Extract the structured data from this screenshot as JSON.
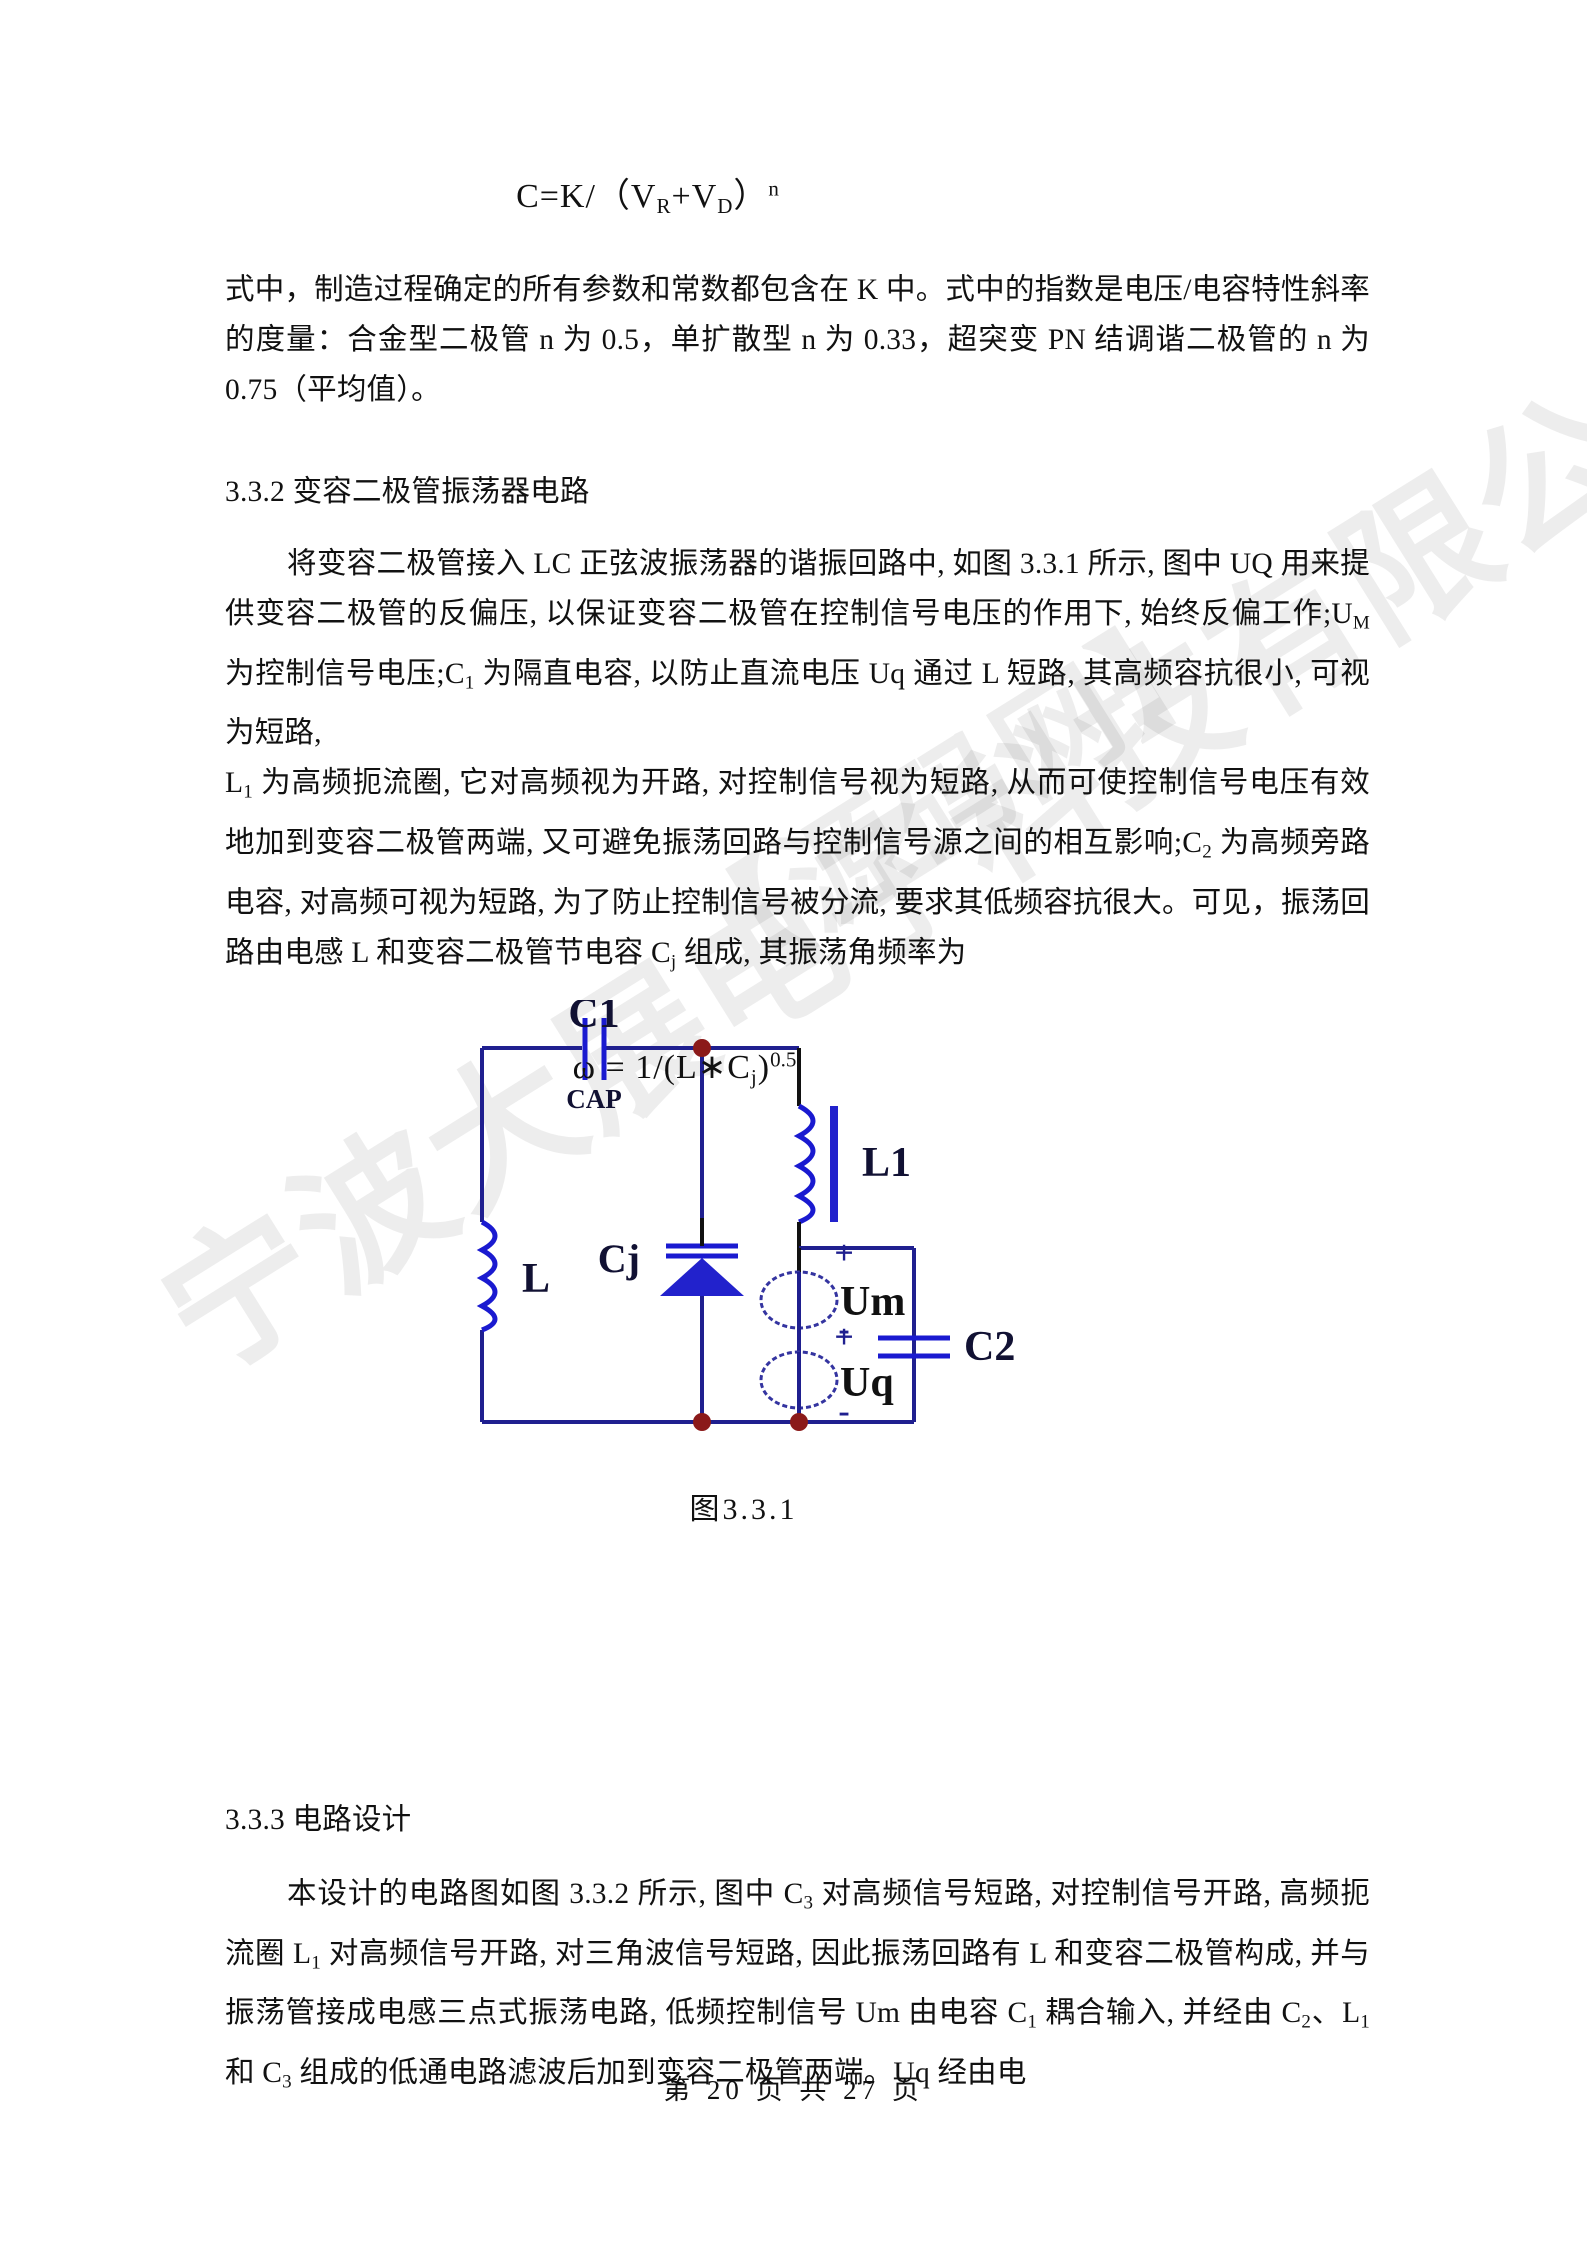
{
  "document": {
    "equation_1": {
      "lhs": "C=K/",
      "open_paren": "（",
      "v_r": "V",
      "v_r_sub": "R",
      "plus": "+",
      "v_d": "V",
      "v_d_sub": "D",
      "close_paren": "）",
      "exponent": "n"
    },
    "paragraph_1": "式中，制造过程确定的所有参数和常数都包含在 K 中。式中的指数是电压/电容特性斜率的度量：合金型二极管 n 为 0.5，单扩散型 n 为 0.33，超突变 PN 结调谐二极管的 n 为 0.75（平均值）。",
    "heading_332": "3.3.2 变容二极管振荡器电路",
    "paragraph_2_a": "将变容二极管接入 LC 正弦波振荡器的谐振回路中, 如图 3.3.1 所示, 图中 UQ 用来提供变容二极管的反偏压, 以保证变容二极管在控制信号电压的作用下, 始终反偏工作;U",
    "paragraph_2_a_sub1": "M",
    "paragraph_2_b": " 为控制信号电压;C",
    "paragraph_2_b_sub": "1",
    "paragraph_2_c": " 为隔直电容, 以防止直流电压 Uq 通过 L 短路, 其高频容抗很小, 可视为短路,",
    "paragraph_3_a": "L",
    "paragraph_3_a_sub": "1",
    "paragraph_3_b": " 为高频扼流圈, 它对高频视为开路, 对控制信号视为短路, 从而可使控制信号电压有效地加到变容二极管两端, 又可避免振荡回路与控制信号源之间的相互影响;C",
    "paragraph_3_b_sub": "2",
    "paragraph_3_c": " 为高频旁路电容, 对高频可视为短路, 为了防止控制信号被分流, 要求其低频容抗很大。可见，振荡回路由电感 L 和变容二极管节电容 C",
    "paragraph_3_c_sub": "j",
    "paragraph_3_d": " 组成, 其振荡角频率为",
    "equation_2": {
      "omega": "ω =  1/",
      "open_paren": "(",
      "l_star": "L∗C",
      "c_sub": "j",
      "close_paren": ")",
      "exponent": "0.5"
    },
    "heading_333": "3.3.3 电路设计",
    "paragraph_4_a": "本设计的电路图如图 3.3.2 所示, 图中 C",
    "paragraph_4_a_sub": "3",
    "paragraph_4_b": " 对高频信号短路, 对控制信号开路, 高频扼流圈 L",
    "paragraph_4_b_sub": "1",
    "paragraph_4_c": " 对高频信号开路, 对三角波信号短路, 因此振荡回路有 L 和变容二极管构成, 并与振荡管接成电感三点式振荡电路, 低频控制信号 Um 由电容 C",
    "paragraph_4_c_sub": "1",
    "paragraph_4_d": " 耦合输入, 并经由 C",
    "paragraph_4_d_sub": "2",
    "paragraph_4_e": "、L",
    "paragraph_4_e_sub": "1",
    "paragraph_4_f": " 和 C",
    "paragraph_4_f_sub": "3",
    "paragraph_4_g": " 组成的低通电路滤波后加到变容二极管两端。Uq 经由电",
    "footer": "第 20 页 共 27 页"
  },
  "figure": {
    "caption": "图3.3.1",
    "labels": {
      "c1": "C1",
      "cap": "CAP",
      "l1": "L1",
      "l": "L",
      "cj": "Cj",
      "um": "Um",
      "uq": "Uq",
      "c2": "C2",
      "plus_um": "+",
      "minus_um": "-",
      "plus_uq": "+",
      "minus_uq": "-"
    },
    "colors": {
      "wire": "#1f1f8f",
      "component": "#1a1ad0",
      "junction": "#8b1a1a",
      "diode_fill": "#2222cc",
      "label_dark": "#111133"
    }
  },
  "watermark": {
    "line_a": "宁波大展电子科技有限公司",
    "line_b": "【源码网】"
  }
}
